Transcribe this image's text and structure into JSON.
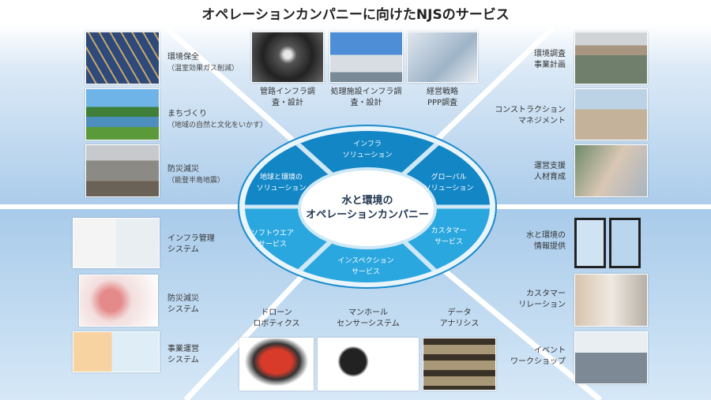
{
  "title": "オペレーションカンパニーに向けたNJSのサービス",
  "center": {
    "line1": "水と環境の",
    "line2": "オペレーションカンパニー"
  },
  "segments": [
    {
      "l1": "インフラ",
      "l2": "ソリューション"
    },
    {
      "l1": "グローバル",
      "l2": "ソリューション"
    },
    {
      "l1": "カスタマー",
      "l2": "サービス"
    },
    {
      "l1": "インスペクション",
      "l2": "サービス"
    },
    {
      "l1": "ソフトウエア",
      "l2": "サービス"
    },
    {
      "l1": "地球と環境の",
      "l2": "ソリューション"
    }
  ],
  "left_top": [
    {
      "l1": "環境保全",
      "l2": "（温室効果ガス削減）"
    },
    {
      "l1": "まちづくり",
      "l2": "（地域の自然と文化をいかす）"
    },
    {
      "l1": "防災減災",
      "l2": "（能登半島地震）"
    }
  ],
  "top_center": [
    {
      "l1": "管路インフラ調",
      "l2": "査・設計"
    },
    {
      "l1": "処理施設インフラ調",
      "l2": "査・設計"
    },
    {
      "l1": "経営戦略",
      "l2": "PPP調査"
    }
  ],
  "right_top": [
    {
      "l1": "環境調査",
      "l2": "事業計画"
    },
    {
      "l1": "コンストラクション",
      "l2": "マネジメント"
    },
    {
      "l1": "運営支援",
      "l2": "人材育成"
    }
  ],
  "left_bottom": [
    {
      "l1": "インフラ管理",
      "l2": "システム"
    },
    {
      "l1": "防災減災",
      "l2": "システム"
    },
    {
      "l1": "事業運営",
      "l2": "システム"
    }
  ],
  "bottom_center": [
    {
      "l1": "ドローン",
      "l2": "ロボティクス"
    },
    {
      "l1": "マンホール",
      "l2": "センサーシステム"
    },
    {
      "l1": "データ",
      "l2": "アナリシス"
    }
  ],
  "right_bottom": [
    {
      "l1": "水と環境の",
      "l2": "情報提供"
    },
    {
      "l1": "カスタマー",
      "l2": "リレーション"
    },
    {
      "l1": "イベント",
      "l2": "ワークショップ"
    }
  ]
}
